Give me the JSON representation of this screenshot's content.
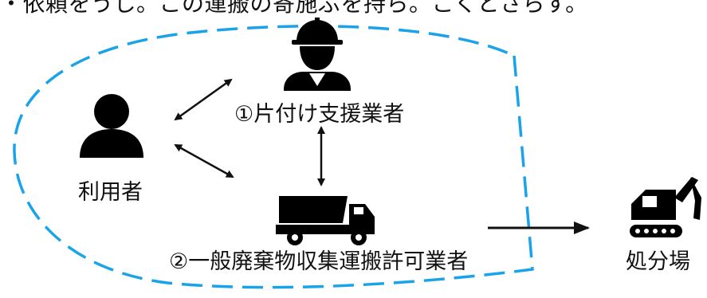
{
  "header": {
    "partial_text": "・依頼をうし。この運搬の寄施ぶを持ら。こくとさらす。"
  },
  "nodes": {
    "user": {
      "label": "利用者",
      "icon": "person-icon"
    },
    "support": {
      "label": "①片付け支援業者",
      "icon": "construction-worker-icon"
    },
    "waste_hauler": {
      "label": "②一般廃棄物収集運搬許可業者",
      "icon": "dump-truck-icon"
    },
    "disposal": {
      "label": "処分場",
      "icon": "excavator-icon"
    }
  },
  "colors": {
    "boundary": "#1aa3e8",
    "arrow": "#111111",
    "icon": "#000000"
  }
}
